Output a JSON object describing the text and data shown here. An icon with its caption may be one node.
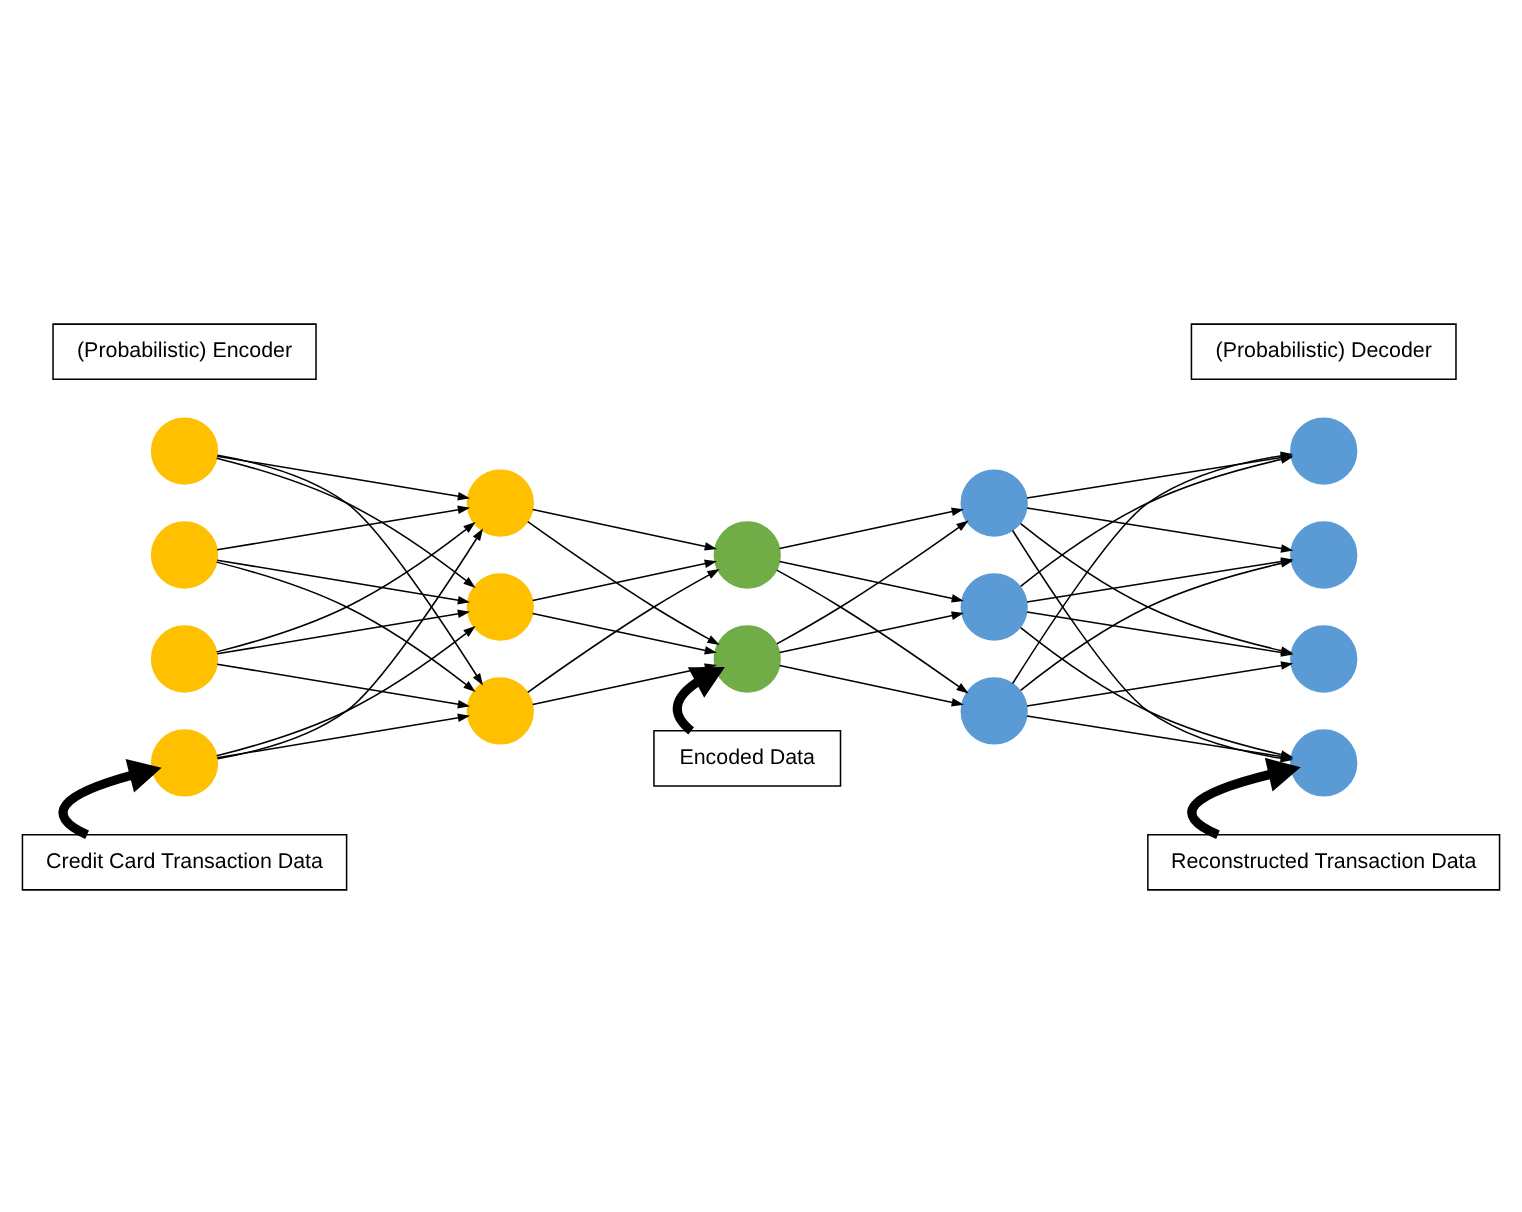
{
  "diagram": {
    "nodes": [
      {
        "text": [
          "(Probabilistic) Encoder"
        ]
      },
      {
        "text": [
          "(Probabilistic) Decoder"
        ]
      },
      {
        "text": [],
        "shape": "circle"
      },
      {
        "text": [],
        "shape": "circle"
      },
      {
        "text": [],
        "shape": "circle"
      },
      {
        "text": [],
        "shape": "circle"
      },
      {
        "text": [],
        "shape": "circle"
      },
      {
        "text": [],
        "shape": "circle"
      },
      {
        "text": [],
        "shape": "circle"
      },
      {
        "text": [],
        "shape": "circle"
      },
      {
        "text": [],
        "shape": "circle"
      },
      {
        "text": [],
        "shape": "circle"
      },
      {
        "text": [],
        "shape": "circle"
      },
      {
        "text": [],
        "shape": "circle"
      },
      {
        "text": [],
        "shape": "circle"
      },
      {
        "text": [],
        "shape": "circle"
      },
      {
        "text": [],
        "shape": "circle"
      },
      {
        "text": [],
        "shape": "circle"
      },
      {
        "text": [
          "Credit Card Transaction Data"
        ]
      },
      {
        "text": [
          "Encoded Data"
        ]
      },
      {
        "text": [
          "Reconstructed Transaction Data"
        ]
      }
    ],
    "edges": [
      {
        "from": 2,
        "to": 6,
        "arrow": "to"
      },
      {
        "from": 2,
        "to": 7,
        "arrow": "to"
      },
      {
        "from": 2,
        "to": 8,
        "arrow": "to"
      },
      {
        "from": 3,
        "to": 6,
        "arrow": "to"
      },
      {
        "from": 3,
        "to": 7,
        "arrow": "to"
      },
      {
        "from": 3,
        "to": 8,
        "arrow": "to"
      },
      {
        "from": 4,
        "to": 6,
        "arrow": "to"
      },
      {
        "from": 4,
        "to": 7,
        "arrow": "to"
      },
      {
        "from": 4,
        "to": 8,
        "arrow": "to"
      },
      {
        "from": 5,
        "to": 6,
        "arrow": "to"
      },
      {
        "from": 5,
        "to": 7,
        "arrow": "to"
      },
      {
        "from": 5,
        "to": 8,
        "arrow": "to"
      },
      {
        "from": 6,
        "to": 9,
        "arrow": "to"
      },
      {
        "from": 6,
        "to": 10,
        "arrow": "to"
      },
      {
        "from": 7,
        "to": 9,
        "arrow": "to"
      },
      {
        "from": 7,
        "to": 10,
        "arrow": "to"
      },
      {
        "from": 8,
        "to": 9,
        "arrow": "to"
      },
      {
        "from": 8,
        "to": 10,
        "arrow": "to"
      },
      {
        "from": 9,
        "to": 11,
        "arrow": "to"
      },
      {
        "from": 9,
        "to": 12,
        "arrow": "to"
      },
      {
        "from": 9,
        "to": 13,
        "arrow": "to"
      },
      {
        "from": 10,
        "to": 11,
        "arrow": "to"
      },
      {
        "from": 10,
        "to": 12,
        "arrow": "to"
      },
      {
        "from": 10,
        "to": 13,
        "arrow": "to"
      },
      {
        "from": 11,
        "to": 14,
        "arrow": "to"
      },
      {
        "from": 11,
        "to": 15,
        "arrow": "to"
      },
      {
        "from": 11,
        "to": 16,
        "arrow": "to"
      },
      {
        "from": 11,
        "to": 17,
        "arrow": "to"
      },
      {
        "from": 12,
        "to": 14,
        "arrow": "to"
      },
      {
        "from": 12,
        "to": 15,
        "arrow": "to"
      },
      {
        "from": 12,
        "to": 16,
        "arrow": "to"
      },
      {
        "from": 12,
        "to": 17,
        "arrow": "to"
      },
      {
        "from": 13,
        "to": 14,
        "arrow": "to"
      },
      {
        "from": 13,
        "to": 15,
        "arrow": "to"
      },
      {
        "from": 13,
        "to": 16,
        "arrow": "to"
      },
      {
        "from": 13,
        "to": 17,
        "arrow": "to"
      },
      {
        "from": 18,
        "to": 5,
        "arrow": "to",
        "style": "thick"
      },
      {
        "from": 19,
        "to": 10,
        "arrow": "to",
        "style": "thick"
      },
      {
        "from": 20,
        "to": 17,
        "arrow": "to",
        "style": "thick"
      }
    ]
  }
}
